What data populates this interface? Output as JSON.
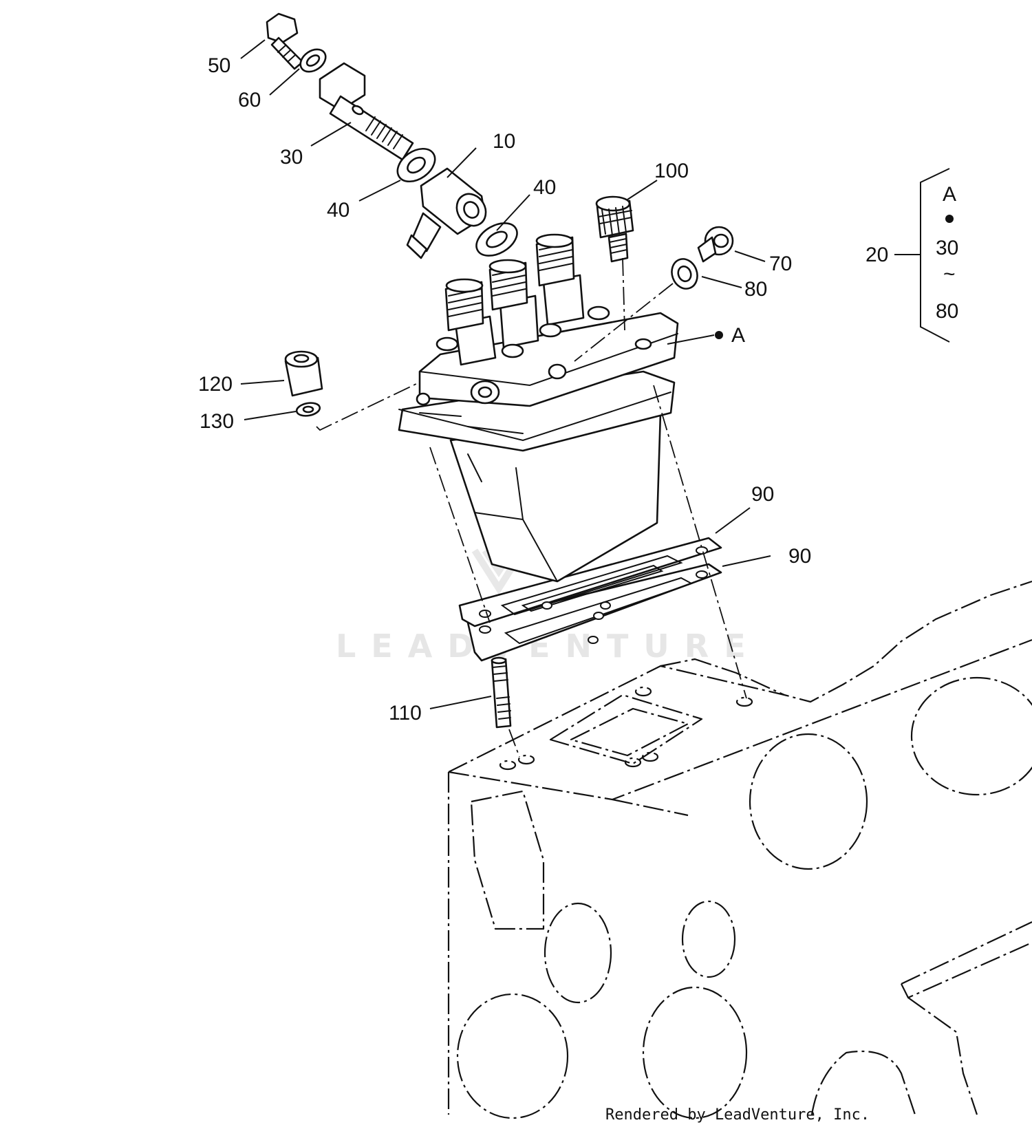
{
  "callouts": {
    "c50": "50",
    "c60": "60",
    "c30": "30",
    "c10": "10",
    "c40a": "40",
    "c40b": "40",
    "c100": "100",
    "c70": "70",
    "c80": "80",
    "cA": "A",
    "c120": "120",
    "c130": "130",
    "c90a": "90",
    "c90b": "90",
    "c110": "110"
  },
  "kit": {
    "part": "20",
    "line1": "A",
    "line2": "30",
    "line3": "~",
    "line4": "80"
  },
  "watermark": "LEADVENTURE",
  "credit": "Rendered by LeadVenture, Inc."
}
